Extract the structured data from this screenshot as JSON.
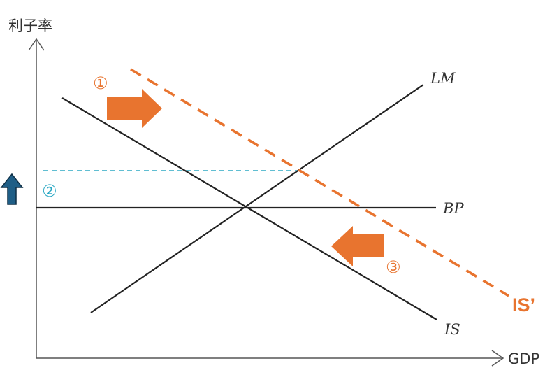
{
  "axes": {
    "y_label": "利子率",
    "x_label": "GDP"
  },
  "curves": {
    "lm": "LM",
    "bp": "BP",
    "is": "IS",
    "is_shifted": "IS’"
  },
  "steps": {
    "step1": "①",
    "step2": "②",
    "step3": "③"
  },
  "colors": {
    "curve": "#222222",
    "axis": "#555555",
    "orange": "#E8742F",
    "teal": "#2BA8C4",
    "up_arrow": "#1F5E86",
    "up_arrow_outline": "#0E2F45"
  },
  "icons": {
    "up": "arrow-up-icon",
    "right": "arrow-right-icon",
    "left": "arrow-left-icon"
  }
}
